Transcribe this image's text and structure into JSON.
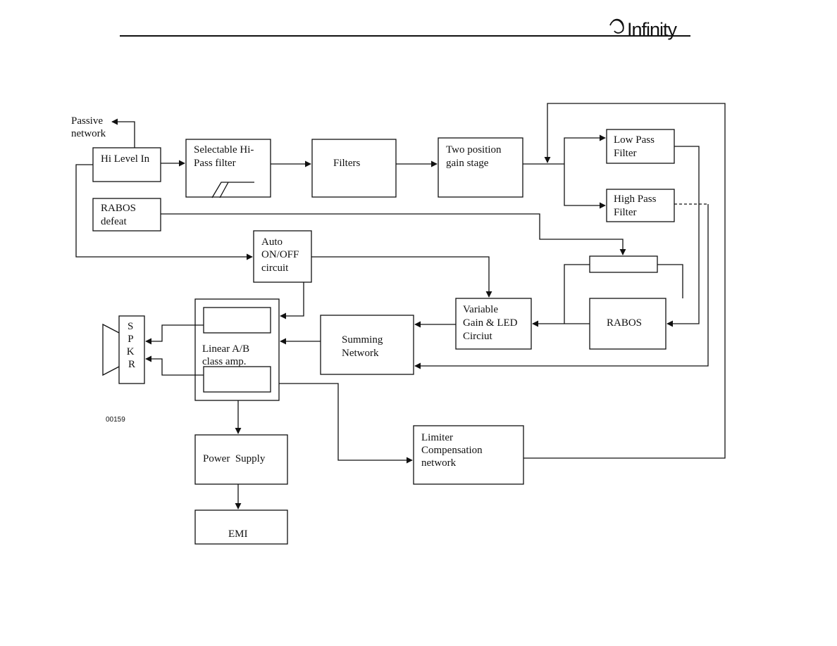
{
  "header": {
    "brand": "Infinity"
  },
  "figure_code": "00159",
  "labels": {
    "passive_network": [
      "Passive",
      "network"
    ],
    "hi_level_in": [
      "Hi Level In"
    ],
    "selectable_hipass": [
      "Selectable Hi-",
      "Pass filter"
    ],
    "filters": [
      "Filters"
    ],
    "two_position": [
      "Two position",
      "gain stage"
    ],
    "low_pass": [
      "Low Pass",
      "Filter"
    ],
    "high_pass": [
      "High Pass",
      "Filter"
    ],
    "rabos_defeat": [
      "RABOS",
      "defeat"
    ],
    "auto_onoff": [
      "Auto",
      "ON/OFF",
      "circuit"
    ],
    "rabos": [
      "RABOS"
    ],
    "variable_gain": [
      "Variable",
      "Gain & LED",
      "Circiut"
    ],
    "summing": [
      "Summing",
      "Network"
    ],
    "linear_amp": [
      "Linear A/B",
      "class amp."
    ],
    "spkr": [
      "S",
      "P",
      "K",
      "R"
    ],
    "power_supply": [
      "Power  Supply"
    ],
    "emi": [
      "EMI"
    ],
    "limiter": [
      "Limiter",
      "Compensation",
      "network"
    ]
  }
}
